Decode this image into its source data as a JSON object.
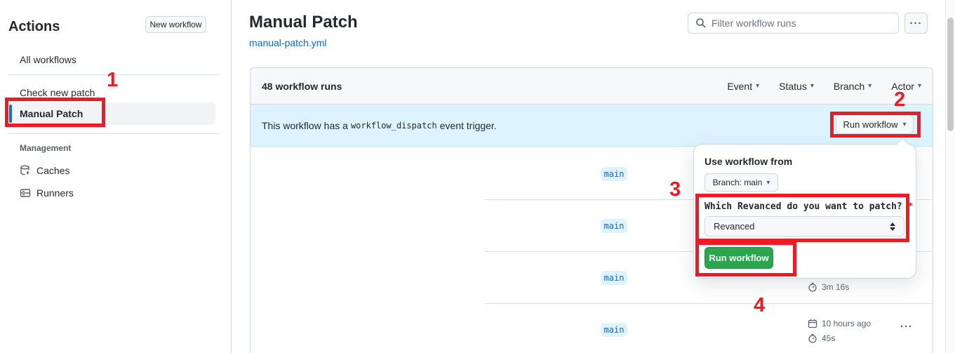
{
  "icons": {
    "caret_down": "▾",
    "kebab": "···"
  },
  "annotations": {
    "step_1": "1",
    "step_2": "2",
    "step_3": "3",
    "step_4": "4",
    "color": "#ed1c24"
  },
  "sidebar": {
    "title": "Actions",
    "new_workflow": "New workflow",
    "items": [
      {
        "label": "All workflows"
      },
      {
        "label": "Check new patch"
      },
      {
        "label": "Manual Patch",
        "selected": true
      }
    ],
    "management_heading": "Management",
    "management_items": [
      {
        "label": "Caches"
      },
      {
        "label": "Runners"
      }
    ]
  },
  "header": {
    "title": "Manual Patch",
    "file_link": "manual-patch.yml",
    "search_placeholder": "Filter workflow runs"
  },
  "runs_panel": {
    "count_label": "48 workflow runs",
    "filters": [
      {
        "label": "Event"
      },
      {
        "label": "Status"
      },
      {
        "label": "Branch"
      },
      {
        "label": "Actor"
      }
    ],
    "banner": {
      "text_before": "This workflow has a",
      "code": "workflow_dispatch",
      "text_after": "event trigger.",
      "run_workflow_button": "Run workflow"
    },
    "rows": [
      {
        "branch": "main"
      },
      {
        "branch": "main"
      },
      {
        "branch": "main",
        "duration": "3m 16s"
      },
      {
        "branch": "main",
        "date": "10 hours ago",
        "duration": "45s"
      }
    ]
  },
  "popup": {
    "heading": "Use workflow from",
    "branch_button": "Branch: main",
    "input_label": "Which Revanced do you want to patch?",
    "required_mark": "*",
    "select_value": "Revanced",
    "run_button": "Run workflow"
  },
  "colors": {
    "accent_blue": "#0969da",
    "banner_bg": "#ddf4ff",
    "green_button": "#2da44e",
    "annotation_red": "#ed1c24"
  }
}
